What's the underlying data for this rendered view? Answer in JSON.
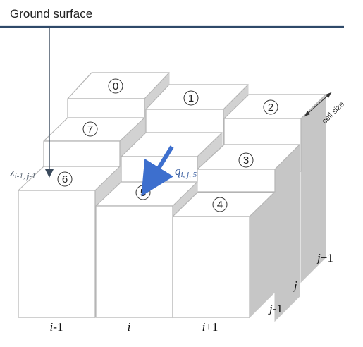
{
  "ground_label": "Ground surface",
  "cells": [
    "0",
    "1",
    "2",
    "3",
    "4",
    "5",
    "6",
    "7"
  ],
  "flux_label": {
    "main": "q",
    "sub": "i, j, 5"
  },
  "elevation_label": {
    "main": "z",
    "sub": "i-1, j-1"
  },
  "cell_size_label": "cell size",
  "column_labels": {
    "im1": {
      "var": "i",
      "suffix": "-1"
    },
    "i": {
      "var": "i",
      "suffix": ""
    },
    "ip1": {
      "var": "i",
      "suffix": "+1"
    }
  },
  "row_labels": {
    "jp1": {
      "var": "j",
      "suffix": "+1"
    },
    "j": {
      "var": "j",
      "suffix": ""
    },
    "jm1": {
      "var": "j",
      "suffix": "-1"
    }
  },
  "colors": {
    "ground_line": "#2f4a6a",
    "flux_arrow": "#3d6fce",
    "side_gray": "#d2d2d2",
    "outline": "#b5b5b5"
  }
}
